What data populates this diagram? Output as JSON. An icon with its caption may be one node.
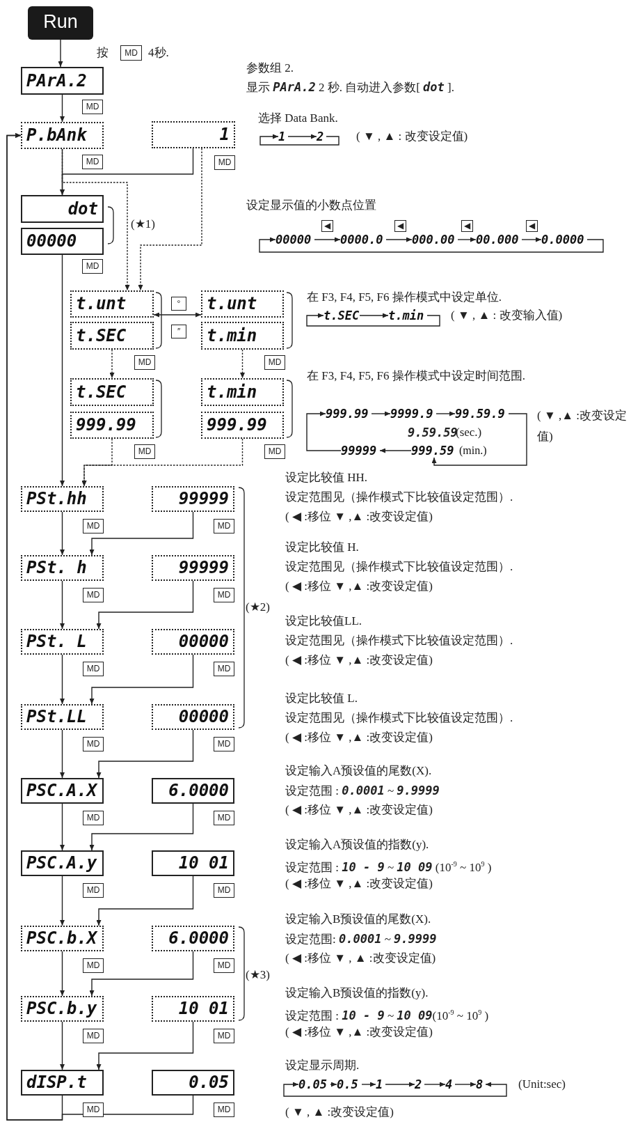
{
  "diagram": {
    "nodes": [
      {
        "text": [
          "Run"
        ]
      },
      {
        "text": [
          "PArA.2"
        ]
      },
      {
        "text": [
          "P.bAnk"
        ]
      },
      {
        "text": [
          "1"
        ]
      },
      {
        "text": [
          "dot"
        ]
      },
      {
        "text": [
          "00000"
        ]
      },
      {
        "text": [
          "t.unt"
        ]
      },
      {
        "text": [
          "t.SEC"
        ]
      },
      {
        "text": [
          "t.unt"
        ]
      },
      {
        "text": [
          "t.min"
        ]
      },
      {
        "text": [
          "t.SEC"
        ]
      },
      {
        "text": [
          "999.99"
        ]
      },
      {
        "text": [
          "t.min"
        ]
      },
      {
        "text": [
          "999.99"
        ]
      },
      {
        "text": [
          "PSt.hh"
        ]
      },
      {
        "text": [
          "99999"
        ]
      },
      {
        "text": [
          "PSt. h"
        ]
      },
      {
        "text": [
          "99999"
        ]
      },
      {
        "text": [
          "PSt. L"
        ]
      },
      {
        "text": [
          "00000"
        ]
      },
      {
        "text": [
          "PSt.LL"
        ]
      },
      {
        "text": [
          "00000"
        ]
      },
      {
        "text": [
          "PSC.A.X"
        ]
      },
      {
        "text": [
          "6.0000"
        ]
      },
      {
        "text": [
          "PSC.A.y"
        ]
      },
      {
        "text": [
          "10 01"
        ]
      },
      {
        "text": [
          "PSC.b.X"
        ]
      },
      {
        "text": [
          "6.0000"
        ]
      },
      {
        "text": [
          "PSC.b.y"
        ]
      },
      {
        "text": [
          "10 01"
        ]
      },
      {
        "text": [
          "dISP.t"
        ]
      },
      {
        "text": [
          "0.05"
        ]
      },
      {
        "text": [
          "1"
        ]
      },
      {
        "text": [
          "2"
        ]
      },
      {
        "text": [
          "00000"
        ]
      },
      {
        "text": [
          "0000.0"
        ]
      },
      {
        "text": [
          "000.00"
        ]
      },
      {
        "text": [
          "00.000"
        ]
      },
      {
        "text": [
          "0.0000"
        ]
      },
      {
        "text": [
          "t.SEC"
        ]
      },
      {
        "text": [
          "t.min"
        ]
      },
      {
        "text": [
          "999.99"
        ]
      },
      {
        "text": [
          "9999.9"
        ]
      },
      {
        "text": [
          "99.59.9"
        ]
      },
      {
        "text": [
          "999.59"
        ],
        "beside": [
          "(min.)"
        ]
      },
      {
        "text": [
          "99999"
        ]
      },
      {
        "text": [
          "0.05"
        ]
      },
      {
        "text": [
          "0.5"
        ]
      },
      {
        "text": [
          "1"
        ]
      },
      {
        "text": [
          "2"
        ]
      },
      {
        "text": [
          "4"
        ]
      },
      {
        "text": [
          "8"
        ]
      }
    ],
    "edges": [
      {
        "from": 0,
        "to": 1,
        "arrow": "to"
      },
      {
        "from": 1,
        "to": 2,
        "arrow": "to"
      },
      {
        "from": 2,
        "to": 4,
        "arrow": "to"
      },
      {
        "from": 3,
        "to": 4,
        "arrow": "to"
      },
      {
        "from": 2,
        "to": 6,
        "arrow": "to",
        "style": "dashed"
      },
      {
        "from": 3,
        "to": 6,
        "arrow": "to",
        "style": "dashed"
      },
      {
        "from": 5,
        "to": 14,
        "arrow": "to"
      },
      {
        "from": 6,
        "to": 8,
        "arrow": "both"
      },
      {
        "from": 7,
        "to": 10,
        "arrow": "to",
        "style": "dashed"
      },
      {
        "from": 9,
        "to": 12,
        "arrow": "to",
        "style": "dashed"
      },
      {
        "from": 11,
        "to": 14,
        "arrow": "to",
        "style": "dashed"
      },
      {
        "from": 13,
        "to": 14,
        "arrow": "to",
        "style": "dashed"
      },
      {
        "from": 14,
        "to": 16,
        "arrow": "to"
      },
      {
        "from": 15,
        "to": 16,
        "arrow": "to"
      },
      {
        "from": 16,
        "to": 18,
        "arrow": "to"
      },
      {
        "from": 17,
        "to": 18,
        "arrow": "to"
      },
      {
        "from": 18,
        "to": 20,
        "arrow": "to"
      },
      {
        "from": 19,
        "to": 20,
        "arrow": "to"
      },
      {
        "from": 20,
        "to": 22,
        "arrow": "to"
      },
      {
        "from": 21,
        "to": 22,
        "arrow": "to"
      },
      {
        "from": 22,
        "to": 24,
        "arrow": "to"
      },
      {
        "from": 23,
        "to": 24,
        "arrow": "to"
      },
      {
        "from": 24,
        "to": 26,
        "arrow": "to"
      },
      {
        "from": 25,
        "to": 26,
        "arrow": "to"
      },
      {
        "from": 26,
        "to": 28,
        "arrow": "to"
      },
      {
        "from": 27,
        "to": 28,
        "arrow": "to"
      },
      {
        "from": 28,
        "to": 30,
        "arrow": "to"
      },
      {
        "from": 29,
        "to": 30,
        "arrow": "to"
      },
      {
        "from": 30,
        "to": 2,
        "arrow": "to"
      },
      {
        "from": 31,
        "to": 2,
        "arrow": "to"
      },
      {
        "from": 32,
        "to": 33,
        "arrow": "to"
      },
      {
        "from": 33,
        "to": 32,
        "arrow": "to"
      },
      {
        "from": 34,
        "to": 35,
        "arrow": "to"
      },
      {
        "from": 35,
        "to": 36,
        "arrow": "to"
      },
      {
        "from": 36,
        "to": 37,
        "arrow": "to"
      },
      {
        "from": 37,
        "to": 38,
        "arrow": "to"
      },
      {
        "from": 38,
        "to": 34,
        "arrow": "to"
      },
      {
        "from": 39,
        "to": 40,
        "arrow": "to"
      },
      {
        "from": 40,
        "to": 39,
        "arrow": "to"
      },
      {
        "from": 41,
        "to": 42,
        "arrow": "to"
      },
      {
        "from": 42,
        "to": 43,
        "arrow": "to"
      },
      {
        "from": 43,
        "to": 44,
        "arrow": "to"
      },
      {
        "from": 44,
        "to": 45,
        "arrow": "to"
      },
      {
        "from": 45,
        "to": 41,
        "arrow": "to"
      },
      {
        "from": 46,
        "to": 47,
        "arrow": "to"
      },
      {
        "from": 47,
        "to": 48,
        "arrow": "to"
      },
      {
        "from": 48,
        "to": 49,
        "arrow": "to"
      },
      {
        "from": 49,
        "to": 50,
        "arrow": "to"
      },
      {
        "from": 50,
        "to": 51,
        "arrow": "to"
      },
      {
        "from": 51,
        "to": 46,
        "arrow": "both"
      }
    ],
    "labels": [
      "按",
      "MD",
      "4秒.",
      "参数组 2.",
      "显示 **PArA.2** 2 秒. 自动进入参数[ **dot** ].",
      "MD",
      "选择 Data Bank.",
      "( ▼ , ▲ : 改变设定值)",
      "MD",
      "MD",
      "设定显示值的小数点位置",
      "(★1)",
      "◀",
      "◀",
      "◀",
      "◀",
      "MD",
      "在 F3, F4, F5, F6 操作模式中设定单位.",
      "°",
      "( ▼ , ▲ : 改变输入值)",
      "″",
      "MD",
      "MD",
      "在 F3, F4, F5, F6 操作模式中设定时间范围.",
      "( ▼ ,▲ :改变设定值)",
      "9.59.59",
      "(sec.)",
      "MD",
      "MD",
      "设定比较值 HH.",
      "设定范围见（操作模式下比较值设定范围）.",
      "( ◀ :移位 ▼ ,▲ :改变设定值)",
      "MD",
      "MD",
      "设定比较值 H.",
      "设定范围见（操作模式下比较值设定范围）.",
      "( ◀ :移位 ▼ ,▲ :改变设定值)",
      "MD",
      "MD",
      "(★2)",
      "设定比较值LL.",
      "设定范围见（操作模式下比较值设定范围）.",
      "( ◀ :移位 ▼ ,▲ :改变设定值)",
      "MD",
      "MD",
      "设定比较值 L.",
      "设定范围见（操作模式下比较值设定范围）.",
      "( ◀ :移位 ▼ ,▲ :改变设定值)",
      "MD",
      "MD",
      "设定输入A预设值的尾数(X).",
      "设定范围 : **0.0001** ~ **9.9999**",
      "( ◀ :移位 ▼ ,▲ :改变设定值)",
      "MD",
      "MD",
      "设定输入A预设值的指数(y).",
      "设定范围 : **10 - 9** ~ **10 09** (10$^{-9}$ ~ 10$^{9}$ )",
      "( ◀ :移位 ▼ ,▲ :改变设定值)",
      "MD",
      "MD",
      "设定输入B预设值的尾数(X).",
      "设定范围: **0.0001** ~ **9.9999**",
      "( ◀ :移位 ▼ , ▲ :改变设定值)",
      "MD",
      "MD",
      "(★3)",
      "设定输入B预设值的指数(y).",
      "设定范围 : **10 - 9** ~ **10 09**(10$^{-9}$ ~ 10$^{9}$ )",
      "( ◀ :移位 ▼ ,▲ :改变设定值)",
      "MD",
      "MD",
      "设定显示周期.",
      "(Unit:sec)",
      "MD",
      "MD",
      "( ▼ , ▲ :改变设定值)"
    ]
  }
}
